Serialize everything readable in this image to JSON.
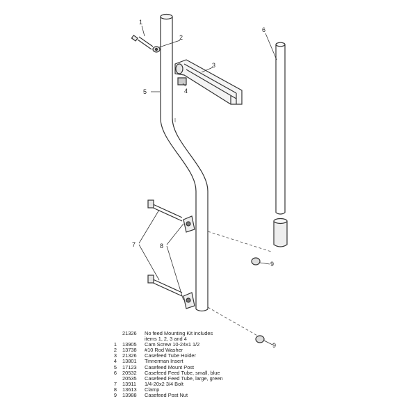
{
  "callouts": [
    "1",
    "2",
    "3",
    "4",
    "5",
    "6",
    "7",
    "8",
    "9",
    "9"
  ],
  "parts_list": [
    {
      "item": "",
      "number": "21326",
      "description": "No feed Mounting Kit includes"
    },
    {
      "item": "",
      "number": "",
      "description": "items 1, 2, 3 and 4"
    },
    {
      "item": "1",
      "number": "13905",
      "description": "Cam Screw 10-24x1 1/2"
    },
    {
      "item": "2",
      "number": "13738",
      "description": "#10 Rod Washer"
    },
    {
      "item": "3",
      "number": "21326",
      "description": "Casefeed Tube Holder"
    },
    {
      "item": "4",
      "number": "13801",
      "description": "Tinnerman Insert"
    },
    {
      "item": "5",
      "number": "17123",
      "description": "Casefeed Mount Post"
    },
    {
      "item": "6",
      "number": "20532",
      "description": "Casefeed Feed Tube, small, blue"
    },
    {
      "item": "",
      "number": "20535",
      "description": "Casefeed Feed Tube, large, green"
    },
    {
      "item": "7",
      "number": "13911",
      "description": "1/4-20x2 3/4 Bolt"
    },
    {
      "item": "8",
      "number": "13613",
      "description": "Clamp"
    },
    {
      "item": "9",
      "number": "13988",
      "description": "Casefeed Post Nut"
    }
  ]
}
